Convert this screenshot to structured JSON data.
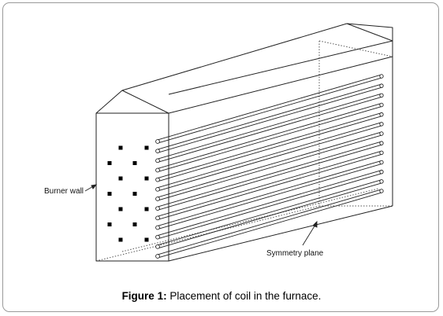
{
  "diagram": {
    "labels": {
      "burner_wall": "Burner wall",
      "symmetry_plane": "Symmetry plane"
    },
    "tube_count": 13,
    "burner_pattern": [
      [
        0,
        1,
        0,
        1
      ],
      [
        1,
        0,
        1,
        0
      ],
      [
        0,
        1,
        0,
        1
      ],
      [
        1,
        0,
        1,
        0
      ],
      [
        0,
        1,
        0,
        1
      ],
      [
        1,
        0,
        1,
        0
      ],
      [
        0,
        1,
        0,
        1
      ]
    ]
  },
  "caption": {
    "prefix": "Figure 1:",
    "text": " Placement of coil in the furnace."
  },
  "colors": {
    "line": "#222222",
    "dotted": "#555555",
    "burner": "#000000"
  }
}
